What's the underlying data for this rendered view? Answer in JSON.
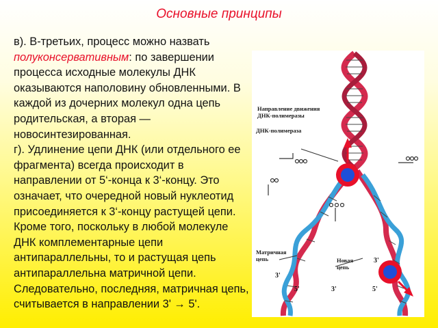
{
  "slide": {
    "title": "Основные принципы",
    "p1_start": "в). В-третьих, процесс можно назвать ",
    "p1_term": "полуконсервативным",
    "p1_rest": ": по завершении процесса исходные молекулы ДНК оказываются наполовину обновленными. В каждой из дочерних молекул одна цепь родительская, а вторая — новосинтезированная.",
    "p2": "г). Удлинение цепи ДНК (или отдельного ее фрагмента) всегда происходит в направлении от 5‘-конца к 3‘-концу. Это означает, что очередной новый нуклеотид присоединяется к 3‘-концу растущей цепи. Кроме того, поскольку в любой молекуле ДНК комплементарные цепи антипараллельны, то и растущая цепь антипараллельна матричной цепи. Следовательно, последняя, матричная цепь, считывается в направлении 3' → 5'."
  },
  "figure": {
    "label_direction_1": "Направление движения",
    "label_direction_2": "ДНК-полимеразы",
    "label_polymerase": "ДНК-полимераза",
    "label_matrix_1": "Матричная",
    "label_matrix_2": "цепь",
    "label_new_1": "Новая",
    "label_new_2": "цепь",
    "end_3_left": "3'",
    "end_5_left": "5'",
    "end_3_mid": "3'",
    "end_5_right": "5'",
    "end_3_right": "3'",
    "colors": {
      "parent_strand": "#d42a4e",
      "new_strand": "#3aa0d8",
      "enzyme_red": "#e8102a",
      "enzyme_blue": "#1f4fd8"
    }
  }
}
